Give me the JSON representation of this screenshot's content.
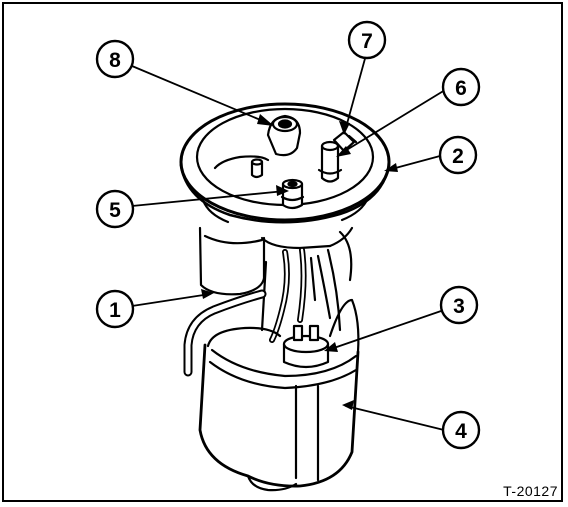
{
  "figure": {
    "code": "T-20127",
    "callouts": [
      {
        "num": "1"
      },
      {
        "num": "2"
      },
      {
        "num": "3"
      },
      {
        "num": "4"
      },
      {
        "num": "5"
      },
      {
        "num": "6"
      },
      {
        "num": "7"
      },
      {
        "num": "8"
      }
    ]
  }
}
